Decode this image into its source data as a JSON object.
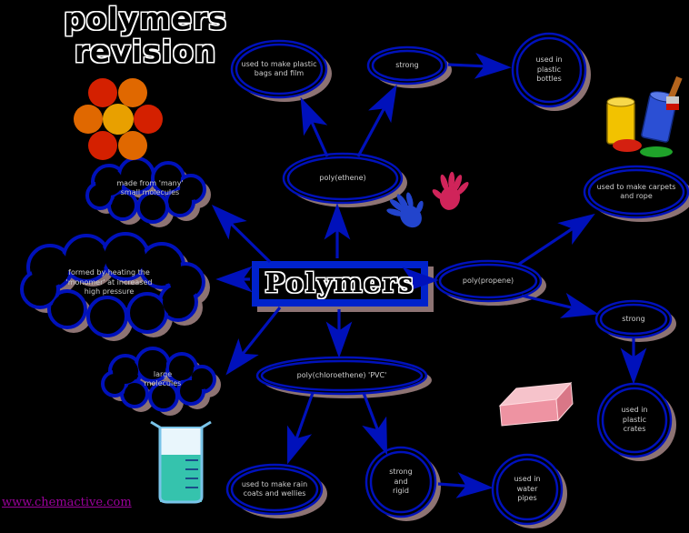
{
  "page": {
    "title": "polymers\nrevision",
    "background": "#000000"
  },
  "footer": {
    "link": "www.chemactive.com"
  },
  "center": {
    "label": "Polymers"
  },
  "nodes": {
    "poly_ethene": "poly(ethene)",
    "bags": "used to make plastic\nbags and film",
    "strong_top": "strong",
    "bottles": "used in\nplastic\nbottles",
    "poly_propene": "poly(propene)",
    "carpets": "used to make carpets\nand rope",
    "strong_right": "strong",
    "crates": "used in\nplastic\ncrates",
    "monomers_cloud": "made from 'many'\nsmall molecules",
    "heating_cloud": "formed by heating the\n'monomer' at increased\nhigh pressure",
    "large_cloud": "large\nmolecules",
    "pvc": "poly(chloroethene) 'PVC'",
    "raincoats": "used to make rain\ncoats and wellies",
    "strong_rigid": "strong\nand\nrigid",
    "pipes": "used in\nwater\npipes"
  },
  "icons": {
    "molecule": "molecule-icon",
    "paint_cans": "paint-cans-icon",
    "handprints": "handprints-icon",
    "eraser": "eraser-icon",
    "beaker": "beaker-icon"
  },
  "colors": {
    "node_ring": "#0011bb",
    "arrow": "#0011bb",
    "shadow": "#8d7373",
    "node_text": "#cdcdcd",
    "title_outline": "#ffffff",
    "link": "#9b009b"
  }
}
